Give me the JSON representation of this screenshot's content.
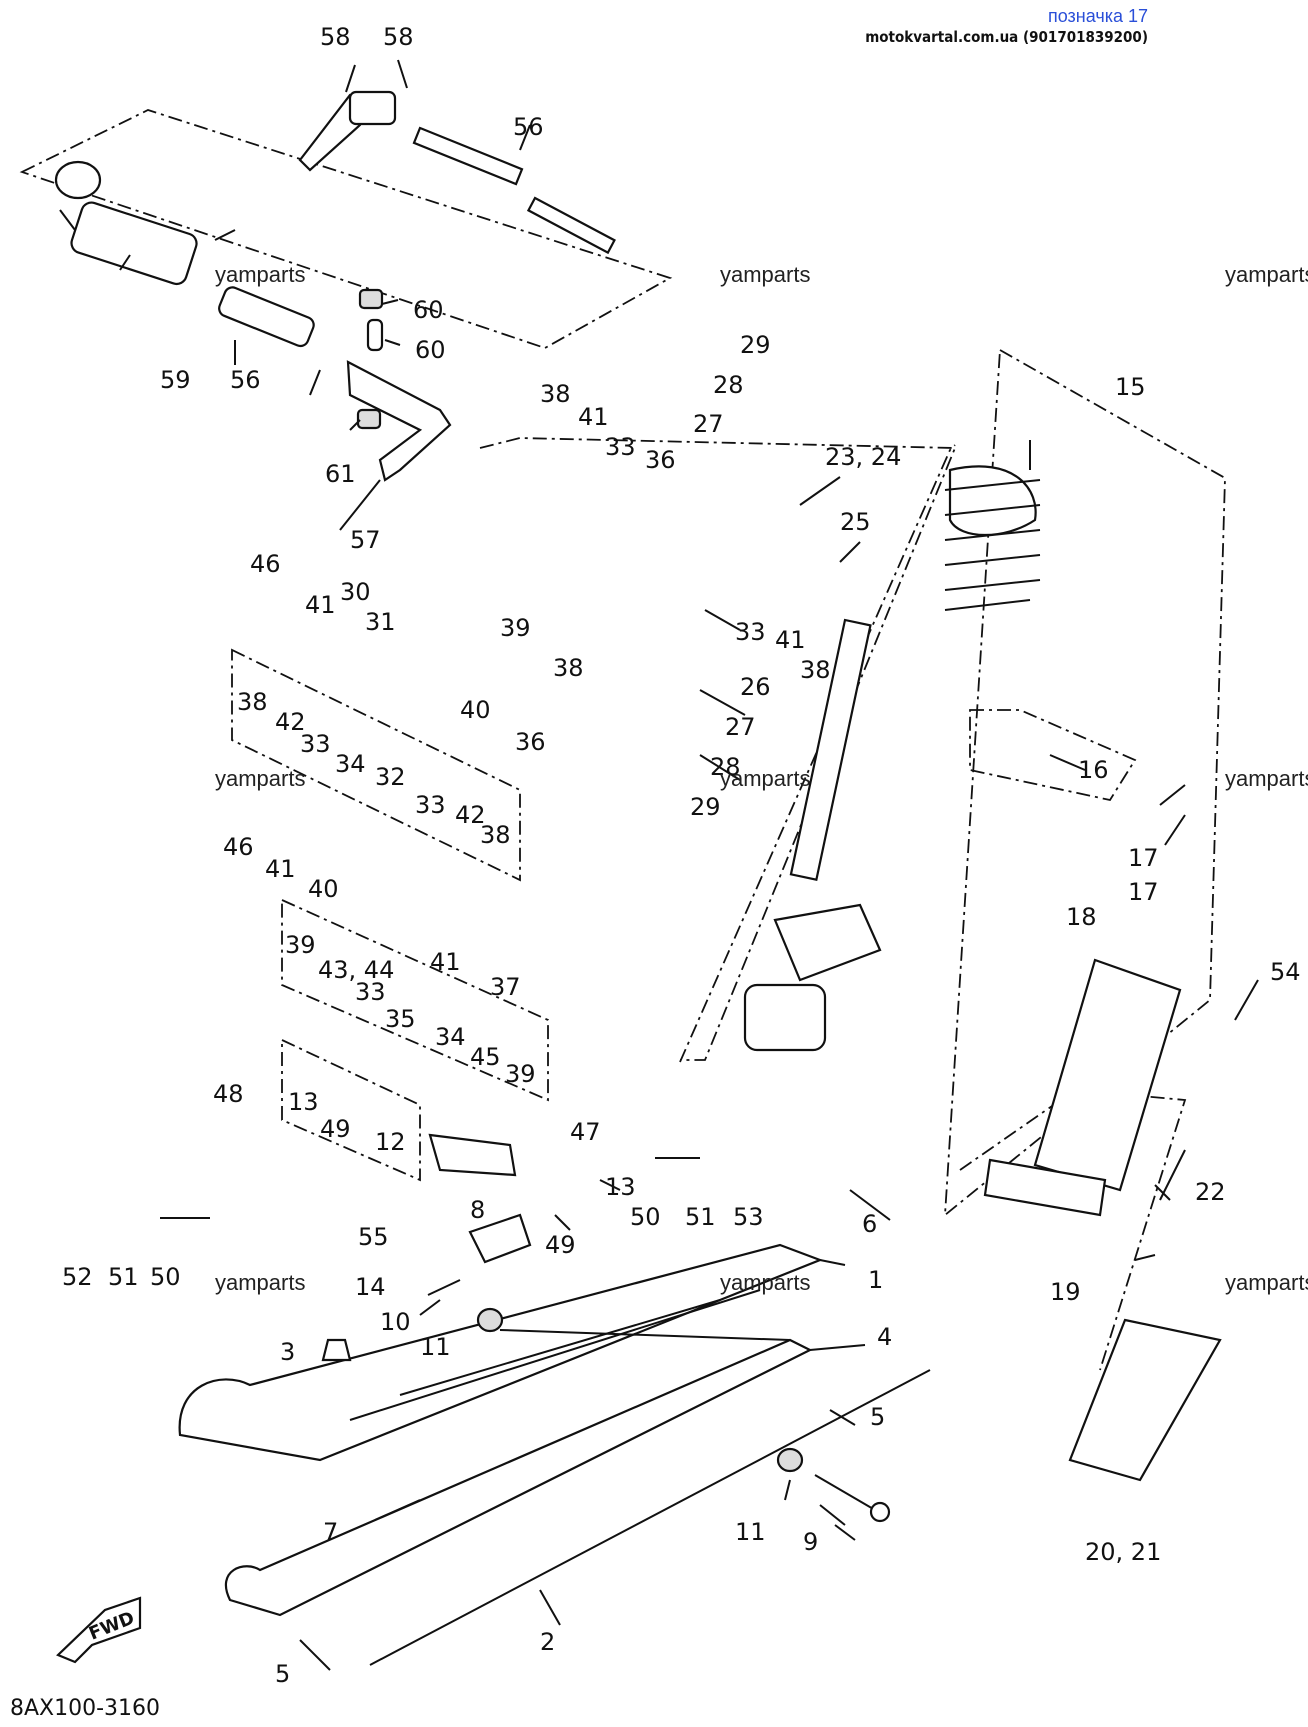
{
  "header": {
    "title": "позначка 17",
    "site": "motokvartal.com.ua (901701839200)"
  },
  "watermark": "yamparts",
  "diagram_code": "8AX100-3160",
  "fwd_label": "FWD",
  "callouts": [
    "1",
    "2",
    "3",
    "4",
    "5",
    "5",
    "6",
    "7",
    "8",
    "9",
    "10",
    "11",
    "11",
    "12",
    "13",
    "13",
    "14",
    "15",
    "16",
    "17",
    "17",
    "18",
    "19",
    "20, 21",
    "22",
    "23, 24",
    "25",
    "26",
    "27",
    "27",
    "28",
    "28",
    "29",
    "29",
    "30",
    "31",
    "32",
    "33",
    "33",
    "33",
    "33",
    "33",
    "34",
    "34",
    "35",
    "36",
    "36",
    "37",
    "38",
    "38",
    "38",
    "38",
    "38",
    "39",
    "39",
    "39",
    "40",
    "40",
    "41",
    "41",
    "41",
    "41",
    "41",
    "42",
    "42",
    "43, 44",
    "45",
    "46",
    "46",
    "47",
    "48",
    "49",
    "49",
    "50",
    "50",
    "51",
    "51",
    "52",
    "53",
    "54",
    "55",
    "56",
    "56",
    "57",
    "58",
    "58",
    "59",
    "60",
    "60",
    "61"
  ],
  "colors": {
    "ink": "#111111",
    "header_link": "#2a4fd8",
    "paper": "#ffffff"
  }
}
